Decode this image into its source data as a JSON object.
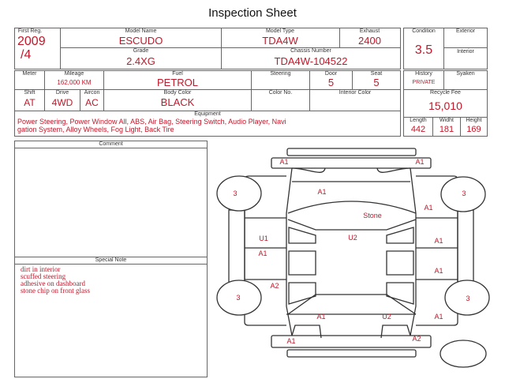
{
  "title": "Inspection Sheet",
  "labels": {
    "first_reg": "First Reg.",
    "model_name": "Model Name",
    "model_type": "Model Type",
    "exhaust": "Exhaust",
    "grade": "Grade",
    "chassis": "Chassis Number",
    "condition": "Condition",
    "exterior": "Exterior",
    "interior": "Interior",
    "meter": "Meter",
    "mileage": "Mileage",
    "fuel": "Fuel",
    "steering": "Steering",
    "door": "Door",
    "seat": "Seat",
    "history": "History",
    "syaken": "Syaken",
    "shift": "Shift",
    "drive": "Drive",
    "aircon": "Aircon",
    "body_color": "Body Color",
    "color_no": "Color No.",
    "interior_color": "Interior Color",
    "recycle_fee": "Recycle Fee",
    "equipment": "Equipment",
    "length": "Length",
    "width": "Widht",
    "height": "Height",
    "comment": "Comment",
    "special_note": "Special Note"
  },
  "values": {
    "first_reg_year": "2009",
    "first_reg_month": "/4",
    "model_name": "ESCUDO",
    "model_type": "TDA4W",
    "exhaust": "2400",
    "grade": "2.4XG",
    "chassis": "TDA4W-104522",
    "condition": "3.5",
    "mileage": "162,000 KM",
    "fuel": "PETROL",
    "door": "5",
    "seat": "5",
    "history": "PRIVATE",
    "shift": "AT",
    "drive": "4WD",
    "aircon": "AC",
    "body_color": "BLACK",
    "recycle_fee": "15,010",
    "length": "442",
    "width": "181",
    "height": "169",
    "equipment_line1": "Power Steering, Power Window  All, ABS, Air Bag, Steering Switch, Audio Player, Navi",
    "equipment_line2": "gation System, Alloy Wheels, Fog Light, Back Tire"
  },
  "special_notes": [
    "dirt in interior",
    "scuffed steering",
    "adhesive on dashboard",
    "stone chip on front glass"
  ],
  "diagram_marks": [
    "A1",
    "A1",
    "A1",
    "Stone",
    "A1",
    "U1",
    "U2",
    "A1",
    "A1",
    "A1",
    "A2",
    "3",
    "3",
    "3",
    "3",
    "A1",
    "U2",
    "A1",
    "A1",
    "A2"
  ]
}
